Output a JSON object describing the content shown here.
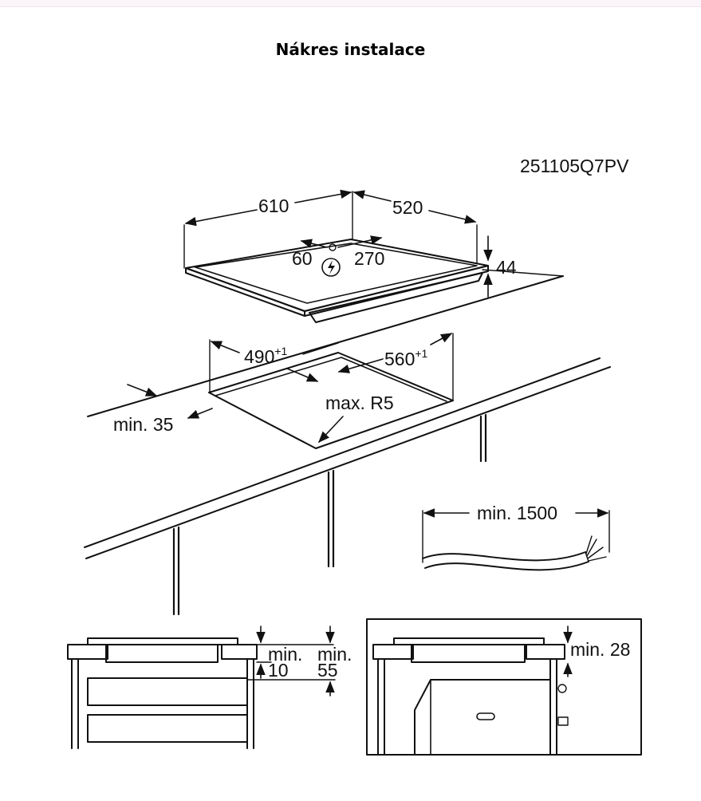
{
  "page": {
    "title": "Nákres instalace"
  },
  "drawing": {
    "code": "251105Q7PV",
    "hob": {
      "width": "610",
      "depth": "520",
      "height": "44",
      "conn_offset_a": "60",
      "conn_offset_b": "270",
      "symbol": "electric-connection-icon"
    },
    "cutout": {
      "width": "490",
      "width_tol": "+1",
      "depth": "560",
      "depth_tol": "+1",
      "radius": "max. R5",
      "front_clearance": "min. 35"
    },
    "cable": {
      "length": "min. 1500"
    },
    "section_left": {
      "min_label_1": "min.",
      "min_value_1": "10",
      "min_label_2": "min.",
      "min_value_2": "55"
    },
    "section_right": {
      "clearance": "min. 28"
    }
  },
  "colors": {
    "line": "#111111",
    "fill": "#f2f2f2",
    "title": "#000000"
  }
}
